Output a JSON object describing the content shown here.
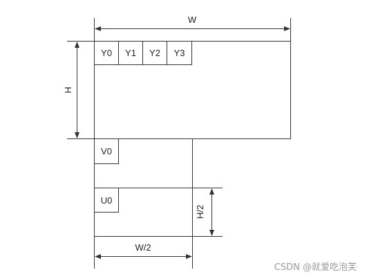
{
  "labels": {
    "width": "W",
    "height": "H",
    "half_width": "W/2",
    "half_height": "H/2"
  },
  "y_plane": {
    "cells": [
      "Y0",
      "Y1",
      "Y2",
      "Y3"
    ]
  },
  "v_plane": {
    "cell": "V0"
  },
  "u_plane": {
    "cell": "U0"
  },
  "watermark": "CSDN @就爱吃泡芙"
}
